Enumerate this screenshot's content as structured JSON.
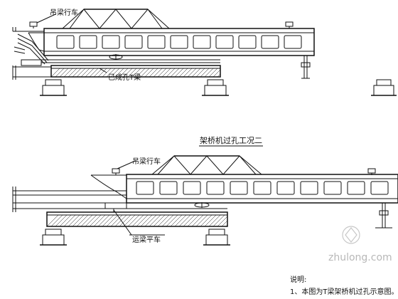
{
  "diagram": {
    "stage1": {
      "label_crane": "吊梁行车",
      "label_girder": "已成孔T梁"
    },
    "stage2": {
      "title": "架桥机过孔工况二",
      "label_crane": "吊梁行车",
      "label_cart": "运梁平车"
    },
    "notes": {
      "heading": "说明:",
      "item1": "1、本图为T梁架桥机过孔示意图。"
    },
    "watermark": "zhulong.com",
    "colors": {
      "line": "#111111",
      "watermark": "#b8b8b8"
    }
  }
}
